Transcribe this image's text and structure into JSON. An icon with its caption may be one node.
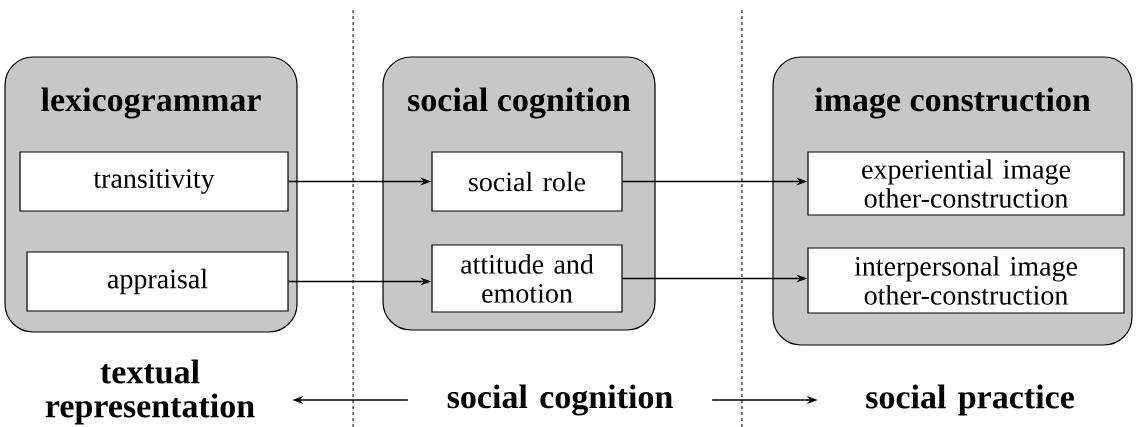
{
  "diagram": {
    "nodes": [
      {
        "text": [
          "lexicogrammar"
        ]
      },
      {
        "text": [
          "transitivity"
        ],
        "in": 0
      },
      {
        "text": [
          "appraisal"
        ],
        "in": 0
      },
      {
        "text": [
          "social cognition"
        ]
      },
      {
        "text": [
          "social role"
        ],
        "in": 3
      },
      {
        "text": [
          "attitude and emotion"
        ],
        "in": 3
      },
      {
        "text": [
          "image construction"
        ]
      },
      {
        "text": [
          "experiential image other-construction"
        ],
        "in": 6
      },
      {
        "text": [
          "interpersonal image other-construction"
        ],
        "in": 6
      },
      {
        "text": [
          "textual representation"
        ]
      },
      {
        "text": [
          "social cognition"
        ]
      },
      {
        "text": [
          "social practice"
        ]
      }
    ],
    "edges": [
      {
        "from": 1,
        "to": 4,
        "arrow": "to"
      },
      {
        "from": 2,
        "to": 5,
        "arrow": "to"
      },
      {
        "from": 4,
        "to": 7,
        "arrow": "to"
      },
      {
        "from": 5,
        "to": 8,
        "arrow": "to"
      },
      {
        "from": 10,
        "to": 9,
        "arrow": "to"
      },
      {
        "from": 10,
        "to": 11,
        "arrow": "to"
      }
    ]
  }
}
